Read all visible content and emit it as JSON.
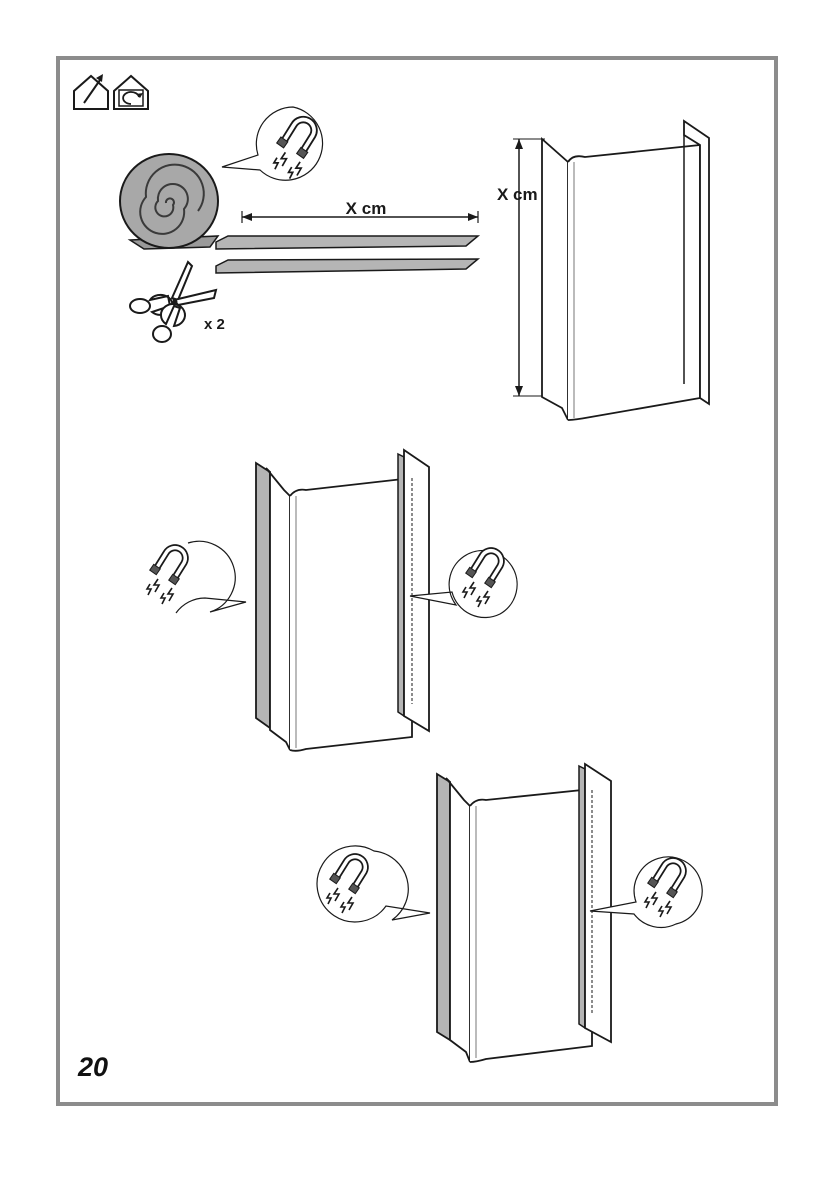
{
  "labels": {
    "strip_length": "X cm",
    "panel_height": "X cm",
    "quantity": "x 2"
  },
  "page_number": "20",
  "icons": [
    "ducted-house-icon",
    "recirculation-house-icon",
    "magnet-icon",
    "scissors-icon",
    "foam-roll-icon"
  ],
  "colors": {
    "frame": "#8c8c8c",
    "line": "#1a1a1a",
    "strip": "#b5b5b5",
    "roll": "#a8a8a8"
  }
}
